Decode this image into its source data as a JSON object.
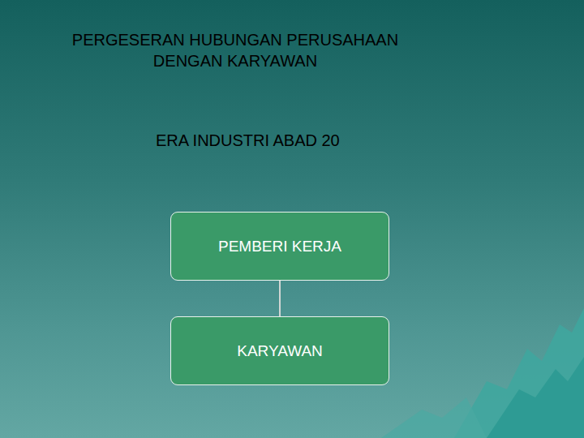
{
  "diagram": {
    "title": "PERGESERAN HUBUNGAN PERUSAHAAN DENGAN KARYAWAN",
    "nodes": [
      {
        "text": [
          "PEMBERI KERJA"
        ]
      },
      {
        "text": [
          "KARYAWAN"
        ]
      }
    ],
    "edges": [
      {
        "from": 0,
        "to": 1,
        "arrow": "none"
      }
    ],
    "labels": [
      "ERA INDUSTRI ABAD 20"
    ]
  }
}
